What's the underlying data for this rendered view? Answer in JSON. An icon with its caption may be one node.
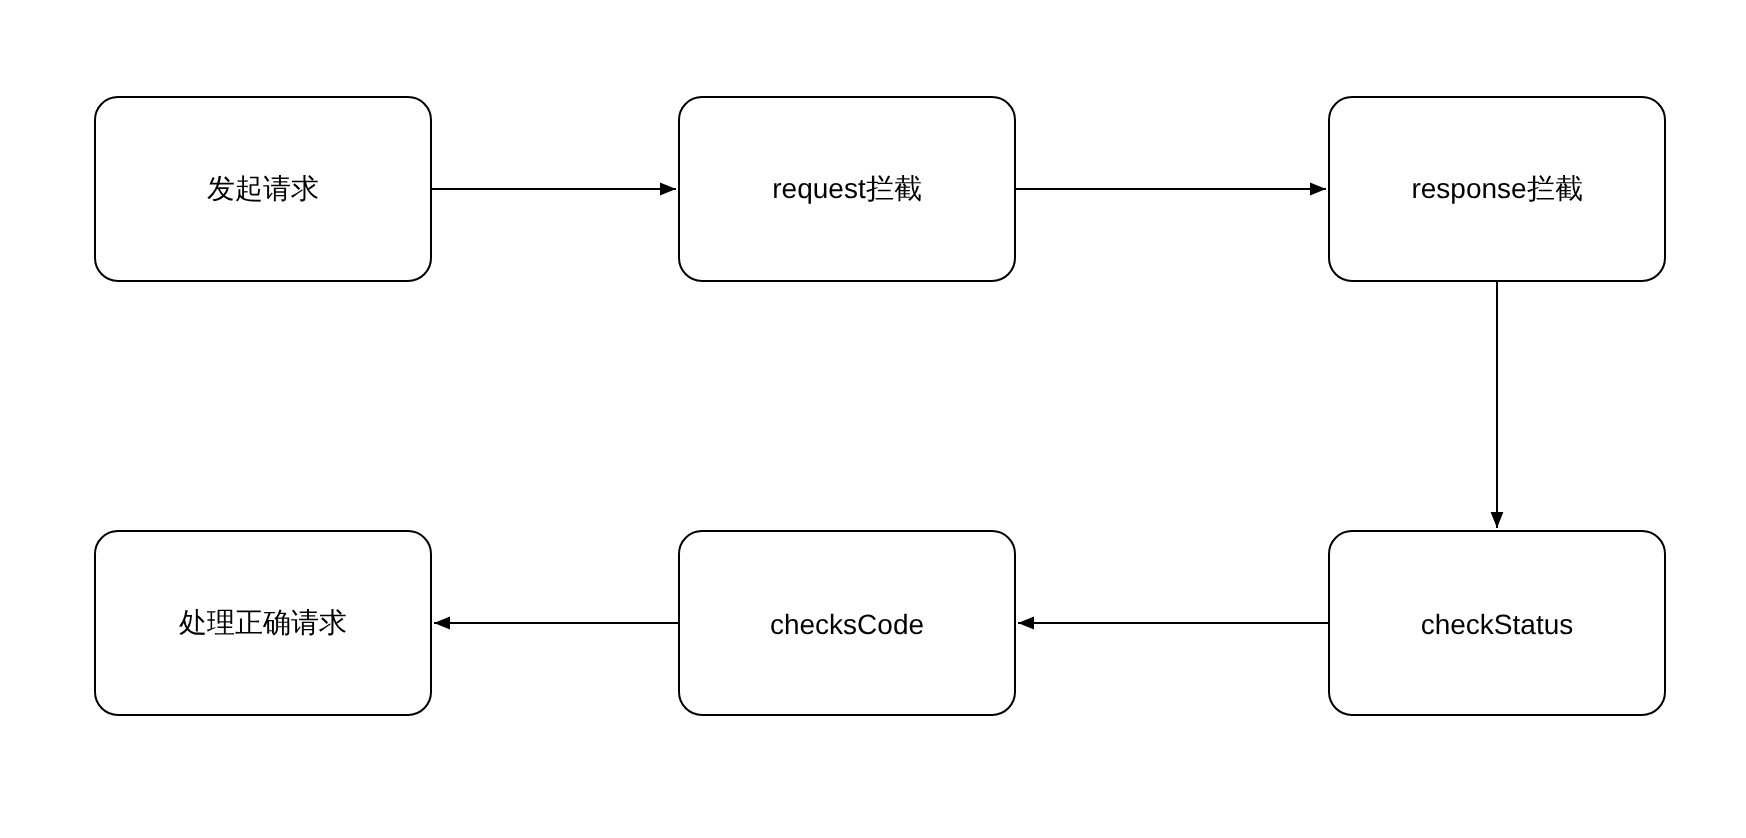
{
  "diagram": {
    "nodes": [
      {
        "text": [
          "发起请求"
        ]
      },
      {
        "text": [
          "request拦截"
        ]
      },
      {
        "text": [
          "response拦截"
        ]
      },
      {
        "text": [
          "checkStatus"
        ]
      },
      {
        "text": [
          "checksCode"
        ]
      },
      {
        "text": [
          "处理正确请求"
        ]
      }
    ],
    "edges": [
      {
        "from": 0,
        "to": 1,
        "arrow": "to"
      },
      {
        "from": 1,
        "to": 2,
        "arrow": "to"
      },
      {
        "from": 2,
        "to": 3,
        "arrow": "to"
      },
      {
        "from": 3,
        "to": 4,
        "arrow": "to"
      },
      {
        "from": 4,
        "to": 5,
        "arrow": "to"
      }
    ]
  }
}
